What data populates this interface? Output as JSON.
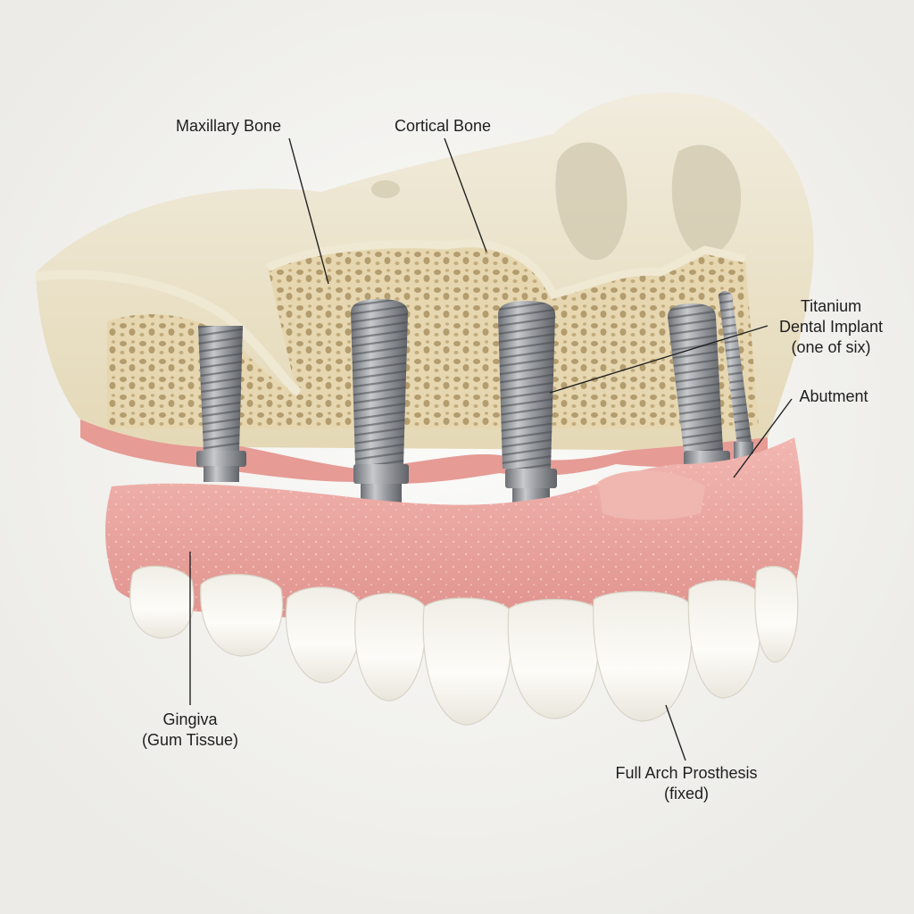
{
  "labels": {
    "maxillary_bone": "Maxillary Bone",
    "cortical_bone": "Cortical Bone",
    "implant": [
      "Titanium",
      "Dental Implant",
      "(one of six)"
    ],
    "abutment": "Abutment",
    "gingiva": [
      "Gingiva",
      "(Gum Tissue)"
    ],
    "prosthesis": [
      "Full Arch Prosthesis",
      "(fixed)"
    ]
  },
  "colors": {
    "background": "#f4f4f2",
    "bone": "#ece4cc",
    "cancellous": "#e6d7b0",
    "pore": "#b9a377",
    "gum": "#e9a19c",
    "gum_dark": "#d98a86",
    "implant": "#8a8d92",
    "implant_light": "#c9cbce",
    "tooth": "#fbfaf5",
    "leader": "#222222"
  }
}
